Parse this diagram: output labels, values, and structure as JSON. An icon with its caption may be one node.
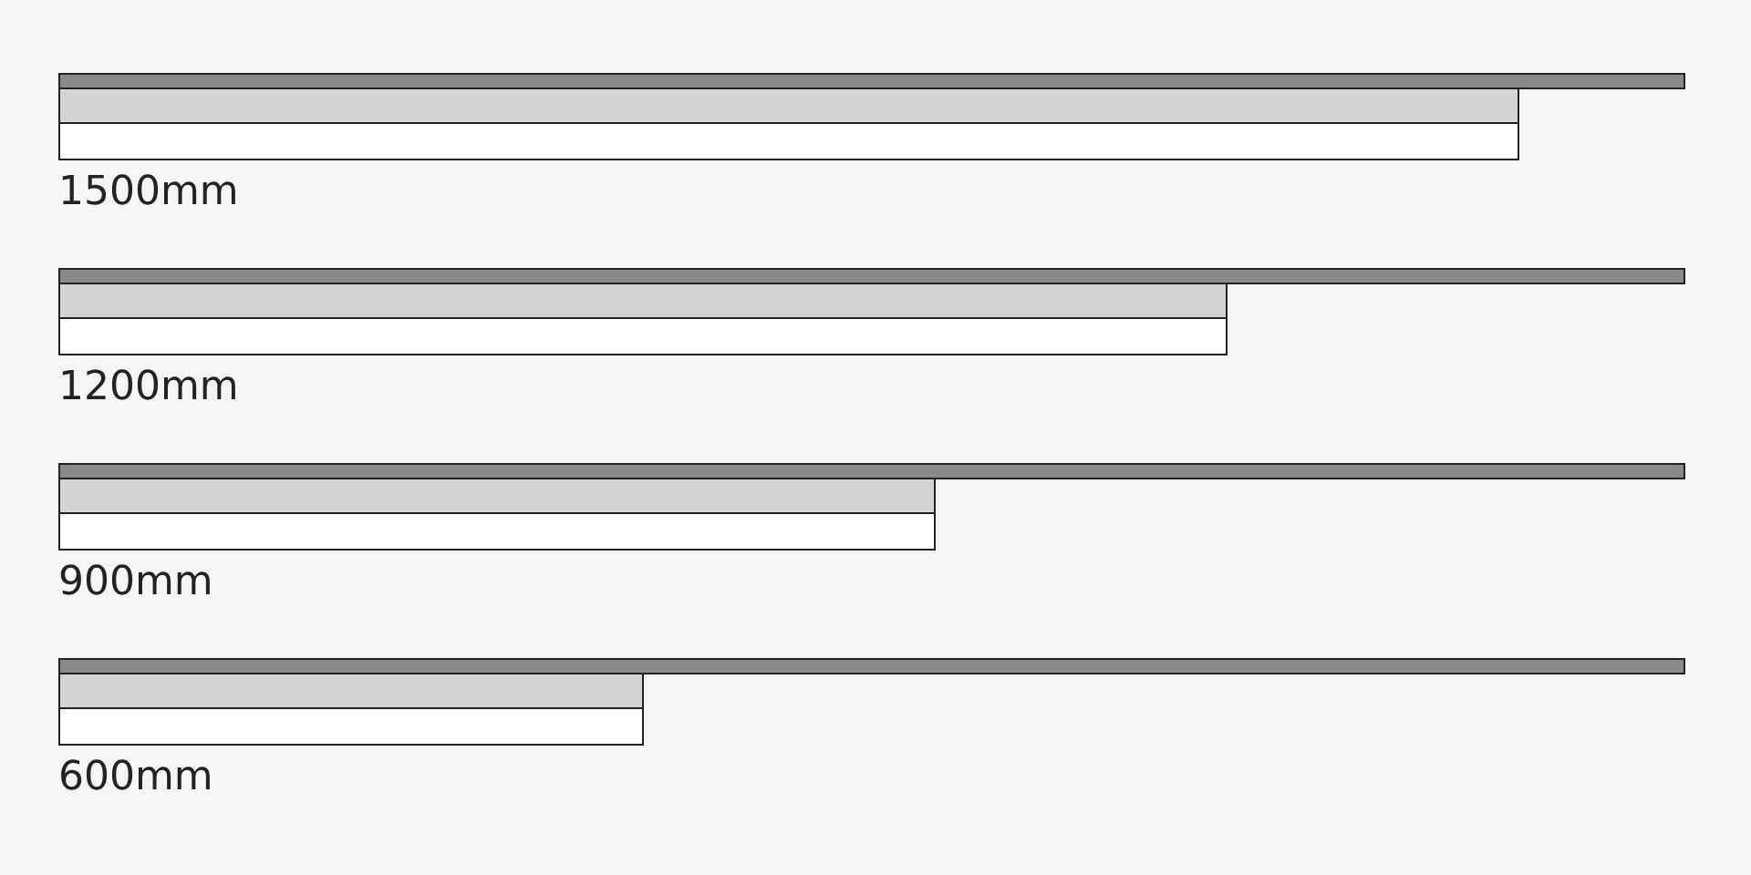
{
  "diagram": {
    "labels": [
      "1500mm",
      "1200mm",
      "900mm",
      "600mm"
    ]
  }
}
